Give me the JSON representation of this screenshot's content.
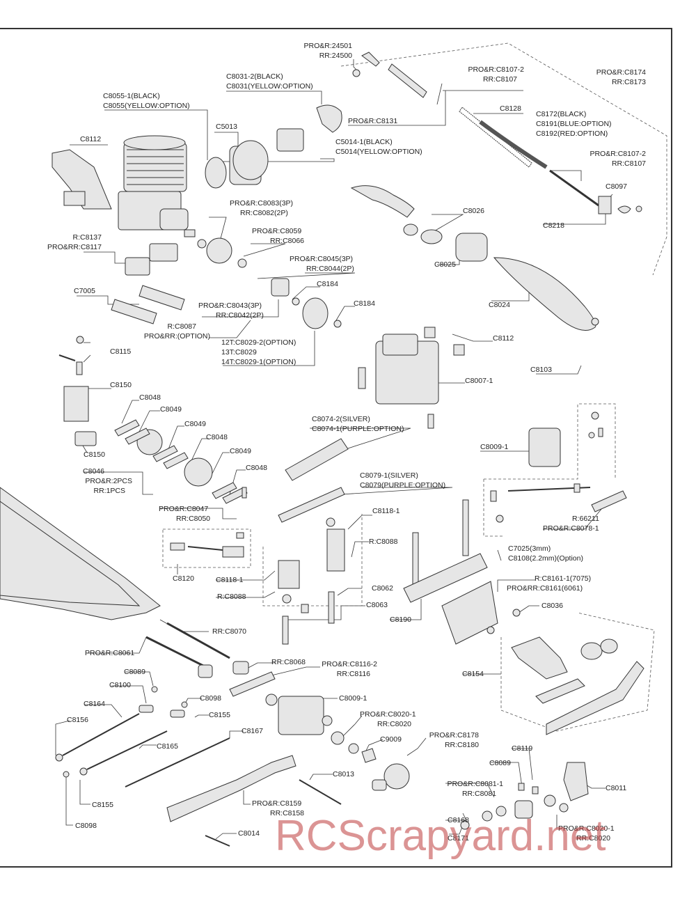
{
  "watermark": "RCScrapyard.net",
  "labels": {
    "l24501": "PRO&R:24501",
    "l24500": "RR:24500",
    "c8031_2": "C8031-2(BLACK)",
    "c8031": "C8031(YELLOW:OPTION)",
    "c8055_1": "C8055-1(BLACK)",
    "c8055": "C8055(YELLOW:OPTION)",
    "c8107_2a": "PRO&R:C8107-2",
    "c8107a": "RR:C8107",
    "c8174": "PRO&R:C8174",
    "c8173": "RR:C8173",
    "c8128": "C8128",
    "c8131": "PRO&R:C8131",
    "c8172": "C8172(BLACK)",
    "c8191": "C8191(BLUE:OPTION)",
    "c8192": "C8192(RED:OPTION)",
    "c5013": "C5013",
    "c8112a": "C8112",
    "c5014_1": "C5014-1(BLACK)",
    "c5014": "C5014(YELLOW:OPTION)",
    "c8107_2b": "PRO&R:C8107-2",
    "c8107b": "RR:C8107",
    "c8097": "C8097",
    "c8026": "C8026",
    "c8218": "C8218",
    "c8083": "PRO&R:C8083(3P)",
    "c8082": "RR:C8082(2P)",
    "c8137": "R:C8137",
    "c8117": "PRO&RR:C8117",
    "c8059": "PRO&R:C8059",
    "c8066": "RR:C8066",
    "c8045": "PRO&R:C8045(3P)",
    "c8044": "RR:C8044(2P)",
    "c8025": "C8025",
    "c7005": "C7005",
    "c8184a": "C8184",
    "c8024": "C8024",
    "c8043": "PRO&R:C8043(3P)",
    "c8042": "RR:C8042(2P)",
    "c8184b": "C8184",
    "c8087": "R:C8087",
    "c8087opt": "PRO&RR:(OPTION)",
    "c8112b": "C8112",
    "c8029_2": "12T:C8029-2(OPTION)",
    "c8029": "13T:C8029",
    "c8029_1": "14T:C8029-1(OPTION)",
    "c8115": "C8115",
    "c8103": "C8103",
    "c8007_1": "C8007-1",
    "c8150a": "C8150",
    "c8048a": "C8048",
    "c8049a": "C8049",
    "c8074_2": "C8074-2(SILVER)",
    "c8074_1": "C8074-1(PURPLE:OPTION)",
    "c8049b": "C8049",
    "c8009_1a": "C8009-1",
    "c8048b": "C8048",
    "c8150b": "C8150",
    "c8049c": "C8049",
    "c8046": "C8046",
    "c8046pro": "PRO&R:2PCS",
    "c8046rr": "RR:1PCS",
    "c8048c": "C8048",
    "c8079_1": "C8079-1(SILVER)",
    "c8079": "C8079(PURPLE:OPTION)",
    "c8047": "PRO&R:C8047",
    "c8050": "RR:C8050",
    "c8118_1a": "C8118-1",
    "r66211": "R:66211",
    "c8078_1": "PRO&R:C8078-1",
    "c8088a": "R:C8088",
    "c7025": "C7025(3mm)",
    "c8108": "C8108(2.2mm)(Option)",
    "c8120": "C8120",
    "c8118_1b": "C8118-1",
    "c8161_1": "R:C8161-1(7075)",
    "c8161": "PRO&RR:C8161(6061)",
    "c8062": "C8062",
    "c8088b": "R:C8088",
    "c8036": "C8036",
    "c8063": "C8063",
    "c8190": "C8190",
    "c8070": "RR:C8070",
    "c8061": "PRO&R:C8061",
    "c8068": "RR:C8068",
    "c8116_2": "PRO&R:C8116-2",
    "c8116": "RR:C8116",
    "c8154": "C8154",
    "c8089a": "C8089",
    "c8100": "C8100",
    "c8098a": "C8098",
    "c8009_1b": "C8009-1",
    "c8164": "C8164",
    "c8155a": "C8155",
    "c8020_1a": "PRO&R:C8020-1",
    "c8020a": "RR:C8020",
    "c8156": "C8156",
    "c8167": "C8167",
    "c9009": "C9009",
    "c8178": "PRO&R:C8178",
    "c8180": "RR:C8180",
    "c8165": "C8165",
    "c8119": "C8119",
    "c8089b": "C8089",
    "c8013": "C8013",
    "c8011": "C8011",
    "c8081_1": "PRO&R:C8081-1",
    "c8081": "RR:C8081",
    "c8155b": "C8155",
    "c8159": "PRO&R:C8159",
    "c8158": "RR:C8158",
    "c8168": "C8168",
    "c8098b": "C8098",
    "c8014": "C8014",
    "c8171": "C8171",
    "c8020_1b": "PRO&R:C8020-1",
    "c8020b": "RR:C8020"
  }
}
